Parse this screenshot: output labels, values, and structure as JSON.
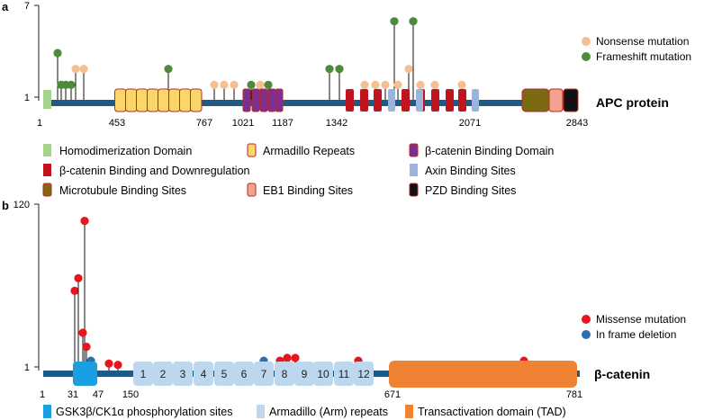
{
  "panel_a": {
    "label": "a",
    "protein_name": "APC protein",
    "y_axis": {
      "max_label": "7",
      "min_label": "1",
      "max": 7,
      "min": 1
    },
    "length": 2843,
    "positions": [
      "1",
      "453",
      "767",
      "1021",
      "1187",
      "1342",
      "2071",
      "2843"
    ],
    "legend": [
      {
        "label": "Nonsense mutation",
        "color": "#f5bf94"
      },
      {
        "label": "Frameshift mutation",
        "color": "#4e8a3c"
      }
    ],
    "domain_legend": [
      {
        "label": "Homodimerization Domain",
        "fill": "#a6d38c",
        "stroke": "#a6d38c"
      },
      {
        "label": "Armadillo Repeats",
        "fill": "#fbd66b",
        "stroke": "#c0242b"
      },
      {
        "label": "β-catenin Binding Domain",
        "fill": "#7b2f8e",
        "stroke": "#c0242b"
      },
      {
        "label": "β-catenin Binding and Downregulation",
        "fill": "#c0151f",
        "stroke": "#c0151f"
      },
      {
        "label": "Axin Binding Sites",
        "fill": "#9cb4dd",
        "stroke": "#9cb4dd"
      },
      {
        "label": "Microtubule Binding Sites",
        "fill": "#7a6a12",
        "stroke": "#c0242b"
      },
      {
        "label": "EB1 Binding Sites",
        "fill": "#f0a48c",
        "stroke": "#c0242b"
      },
      {
        "label": "PZD Binding Sites",
        "fill": "#111111",
        "stroke": "#c0242b"
      }
    ],
    "lollipops": [
      {
        "type": "frameshift",
        "count": 4
      },
      {
        "type": "frameshift",
        "count": 2
      },
      {
        "type": "frameshift",
        "count": 2
      },
      {
        "type": "frameshift",
        "count": 2
      },
      {
        "type": "nonsense",
        "count": 3
      },
      {
        "type": "nonsense",
        "count": 3
      },
      {
        "type": "frameshift",
        "count": 3
      },
      {
        "type": "nonsense",
        "count": 2
      },
      {
        "type": "nonsense",
        "count": 2
      },
      {
        "type": "nonsense",
        "count": 2
      },
      {
        "type": "frameshift",
        "count": 2
      },
      {
        "type": "nonsense",
        "count": 2
      },
      {
        "type": "frameshift",
        "count": 2
      },
      {
        "type": "frameshift",
        "count": 3
      },
      {
        "type": "frameshift",
        "count": 3
      },
      {
        "type": "nonsense",
        "count": 2
      },
      {
        "type": "nonsense",
        "count": 2
      },
      {
        "type": "nonsense",
        "count": 2
      },
      {
        "type": "frameshift",
        "count": 6
      },
      {
        "type": "nonsense",
        "count": 2
      },
      {
        "type": "frameshift",
        "count": 6
      },
      {
        "type": "nonsense",
        "count": 3
      },
      {
        "type": "nonsense",
        "count": 2
      },
      {
        "type": "nonsense",
        "count": 2
      },
      {
        "type": "nonsense",
        "count": 2
      }
    ]
  },
  "panel_b": {
    "label": "b",
    "protein_name": "β-catenin",
    "y_axis": {
      "max_label": "120",
      "min_label": "1",
      "max": 120,
      "min": 1
    },
    "length": 781,
    "positions": [
      "1",
      "31",
      "47",
      "150",
      "671",
      "781"
    ],
    "repeat_numbers": [
      "1",
      "2",
      "3",
      "4",
      "5",
      "6",
      "7",
      "8",
      "9",
      "10",
      "11",
      "12"
    ],
    "legend": [
      {
        "label": "Missense mutation",
        "color": "#e8161c"
      },
      {
        "label": "In frame deletion",
        "color": "#2f6fae"
      }
    ],
    "domain_legend": [
      {
        "label": "GSK3β/CK1α phosphorylation sites",
        "color": "#1aa0e0"
      },
      {
        "label": "Armadillo (Arm) repeats",
        "color": "#bcd7ee"
      },
      {
        "label": "Transactivation domain (TAD)",
        "color": "#ef8233"
      }
    ],
    "lollipops": [
      {
        "type": "missense",
        "count": 58
      },
      {
        "type": "missense",
        "count": 67
      },
      {
        "type": "missense",
        "count": 108
      },
      {
        "type": "missense",
        "count": 28
      },
      {
        "type": "missense",
        "count": 18
      },
      {
        "type": "deletion",
        "count": 8
      },
      {
        "type": "missense",
        "count": 6
      },
      {
        "type": "missense",
        "count": 5
      },
      {
        "type": "deletion",
        "count": 8
      },
      {
        "type": "missense",
        "count": 8
      },
      {
        "type": "missense",
        "count": 10
      },
      {
        "type": "missense",
        "count": 10
      },
      {
        "type": "missense",
        "count": 8
      },
      {
        "type": "missense",
        "count": 8
      }
    ]
  }
}
